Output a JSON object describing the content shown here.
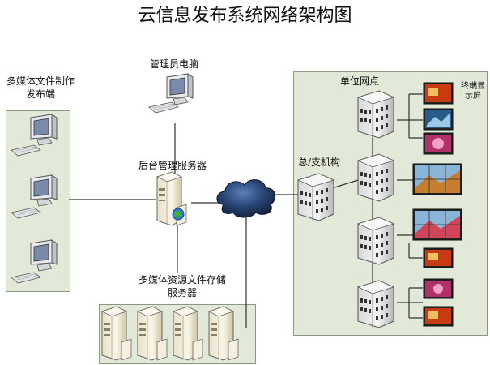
{
  "title": "云信息发布系统网络架构图",
  "labels": {
    "admin_pc": "管理员电脑",
    "publisher_line1": "多媒体文件制作",
    "publisher_line2": "发布端",
    "backend_server": "后台管理服务器",
    "storage_line1": "多媒体资源文件存储",
    "storage_line2": "服务器",
    "branch": "总/支机构",
    "unit_node": "单位网点",
    "terminal_line1": "终端显",
    "terminal_line2": "示屏"
  },
  "icons": [
    "monitor-icon",
    "keyboard-icon",
    "server-tower-icon",
    "globe-icon",
    "cloud-icon",
    "building-icon",
    "display-screen-icon",
    "video-wall-icon"
  ],
  "colors": {
    "panel_bg": "#e3e9d8",
    "cloud": "#1e3256",
    "line": "#333333"
  }
}
